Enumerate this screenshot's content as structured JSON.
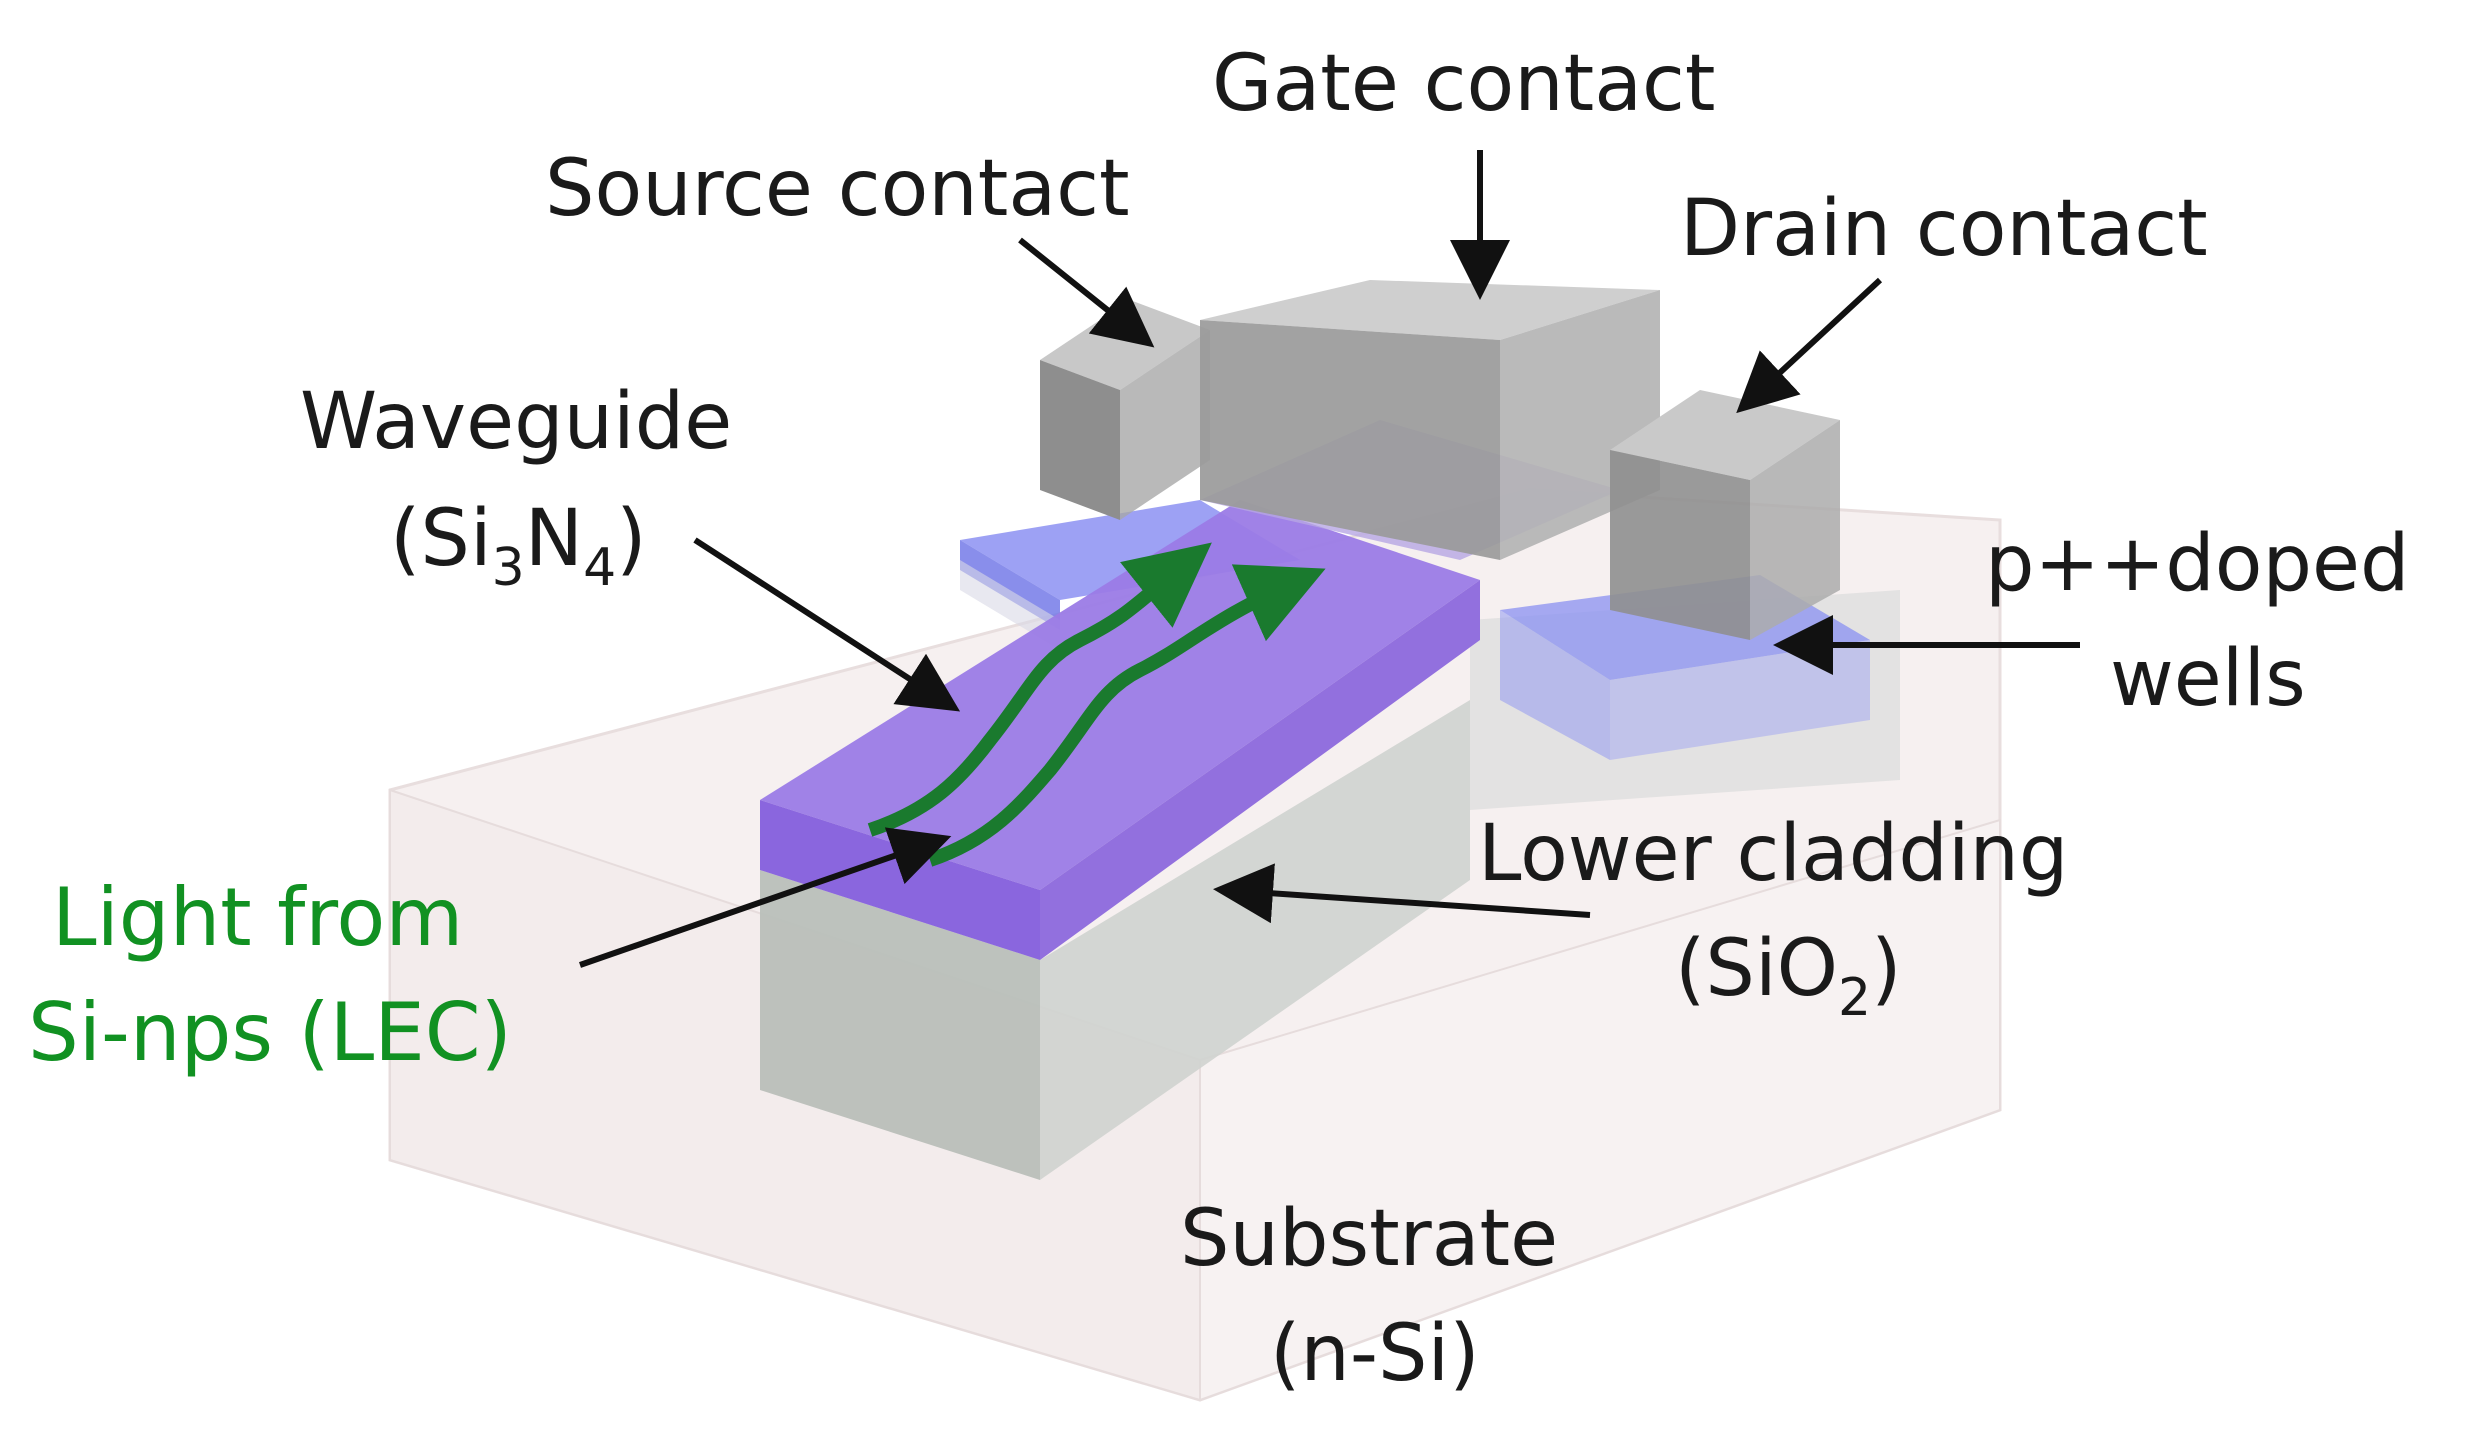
{
  "labels": {
    "gate_contact": "Gate contact",
    "source_contact": "Source contact",
    "drain_contact": "Drain contact",
    "waveguide_line1": "Waveguide",
    "waveguide_open": "(Si",
    "waveguide_sub1": "3",
    "waveguide_mid": "N",
    "waveguide_sub2": "4",
    "waveguide_close": ")",
    "p_doped_line1": "p++doped",
    "p_doped_line2": "wells",
    "lower_cladding_line1": "Lower cladding",
    "lower_cladding_open": "(SiO",
    "lower_cladding_sub": "2",
    "lower_cladding_close": ")",
    "light_line1": "Light from",
    "light_line2": "Si-nps (LEC)",
    "substrate_line1": "Substrate",
    "substrate_line2": "(n-Si)"
  },
  "colors": {
    "substrate": "#f4eeee",
    "contact_gray": "#9a9a9a",
    "waveguide_purple": "#8a6ae0",
    "doped_blue": "#6f78ee",
    "light_green": "#1a7a2e",
    "label_green": "#119122",
    "arrow": "#111111"
  }
}
